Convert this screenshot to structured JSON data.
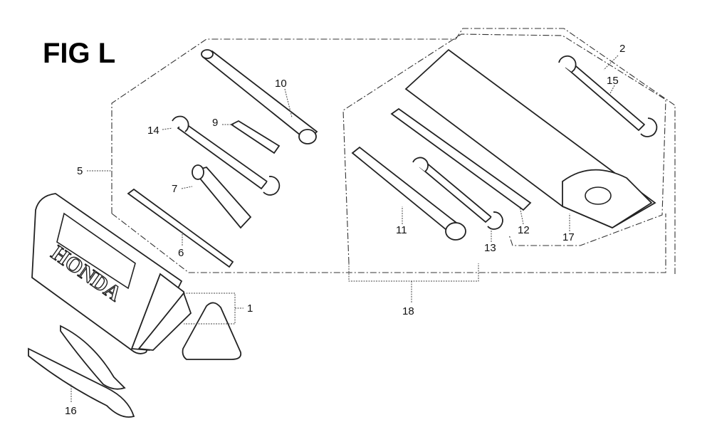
{
  "figure": {
    "title": "FIG L",
    "brand_logo_text": "HONDA",
    "callouts": {
      "p1": "1",
      "p2": "2",
      "p5": "5",
      "p6": "6",
      "p7": "7",
      "p9": "9",
      "p10": "10",
      "p11": "11",
      "p12": "12",
      "p13": "13",
      "p14": "14",
      "p15": "15",
      "p16": "16",
      "p17": "17",
      "p18": "18"
    }
  }
}
